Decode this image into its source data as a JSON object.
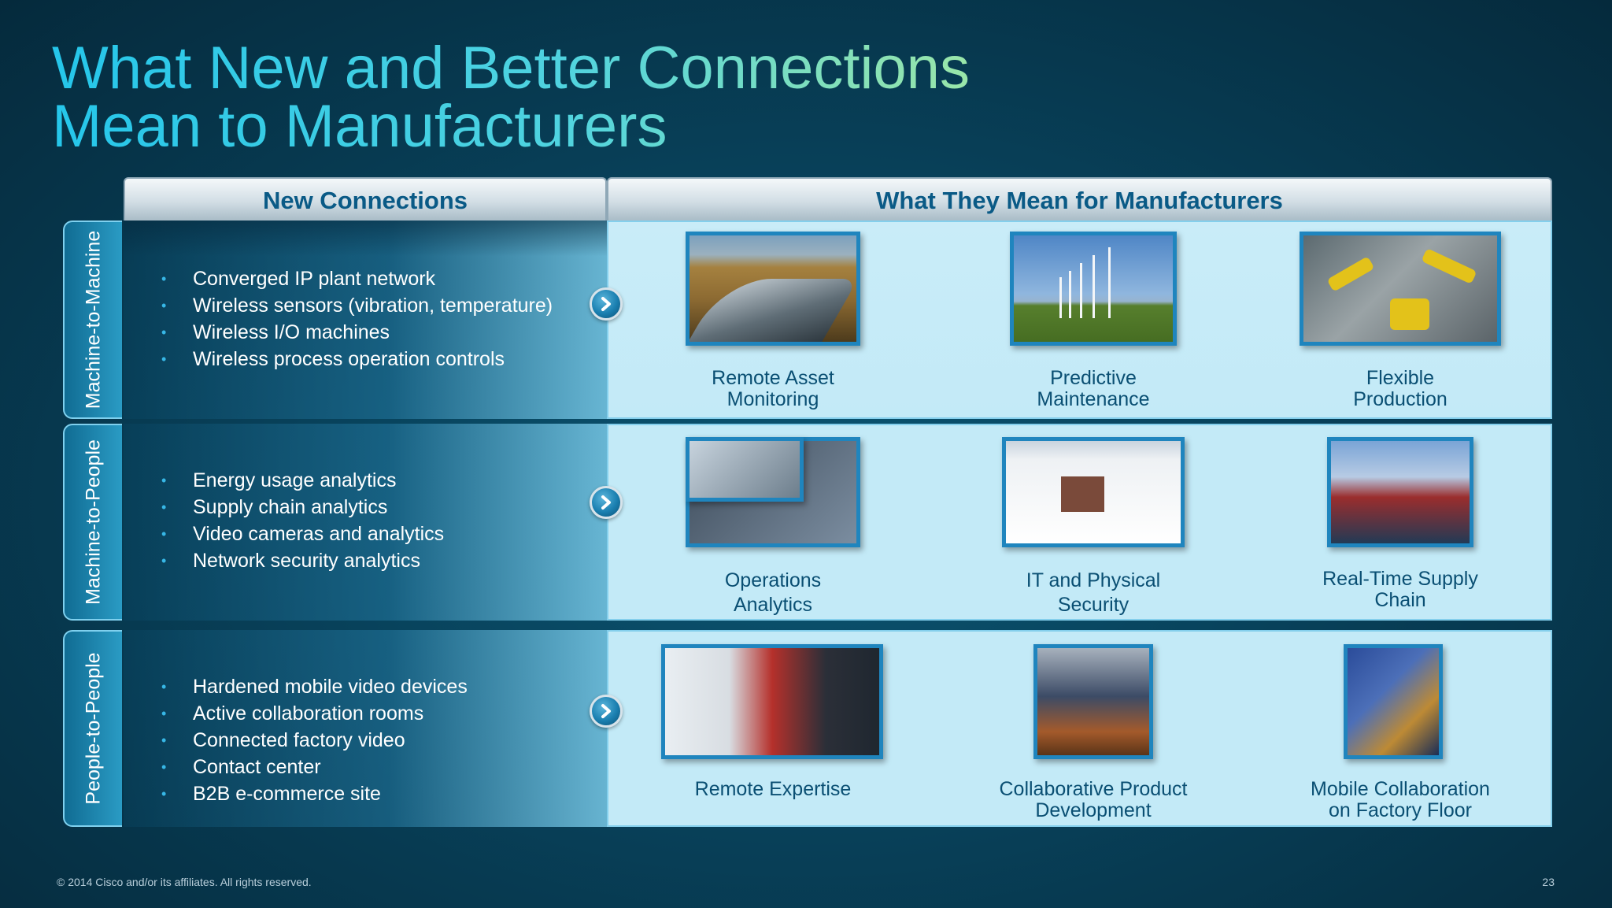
{
  "title": {
    "line1": "What New and Better Connections",
    "line2": "Mean to Manufacturers"
  },
  "headers": {
    "left": "New Connections",
    "right": "What They Mean for Manufacturers"
  },
  "rows": [
    {
      "label": "Machine-to-Machine",
      "bullets": [
        "Converged IP plant network",
        "Wireless sensors (vibration, temperature)",
        "Wireless I/O machines",
        "Wireless process operation controls"
      ],
      "items": [
        {
          "caption": "Remote Asset\nMonitoring",
          "image": "pipeline-photo"
        },
        {
          "caption": "Predictive\nMaintenance",
          "image": "wind-turbines-photo"
        },
        {
          "caption": "Flexible\nProduction",
          "image": "robotic-assembly-photo"
        }
      ]
    },
    {
      "label": "Machine-to-People",
      "bullets": [
        "Energy usage analytics",
        "Supply chain analytics",
        "Video cameras and analytics",
        "Network security analytics"
      ],
      "items": [
        {
          "caption": "Operations\nAnalytics",
          "image": "analytics-screens-photo"
        },
        {
          "caption": "IT and Physical\nSecurity",
          "image": "security-dashboard-photo"
        },
        {
          "caption": "Real-Time Supply\nChain",
          "image": "container-ship-photo"
        }
      ]
    },
    {
      "label": "People-to-People",
      "bullets": [
        "Hardened mobile video devices",
        "Active collaboration rooms",
        "Connected factory video",
        "Contact center",
        "B2B e-commerce site"
      ],
      "items": [
        {
          "caption": "Remote Expertise",
          "image": "remote-expert-photo"
        },
        {
          "caption": "Collaborative Product\nDevelopment",
          "image": "meeting-room-photo"
        },
        {
          "caption": "Mobile Collaboration\non Factory Floor",
          "image": "factory-tablet-photo"
        }
      ]
    }
  ],
  "footer": {
    "copyright": "© 2014 Cisco and/or its affiliates. All rights reserved.",
    "page": "23"
  }
}
